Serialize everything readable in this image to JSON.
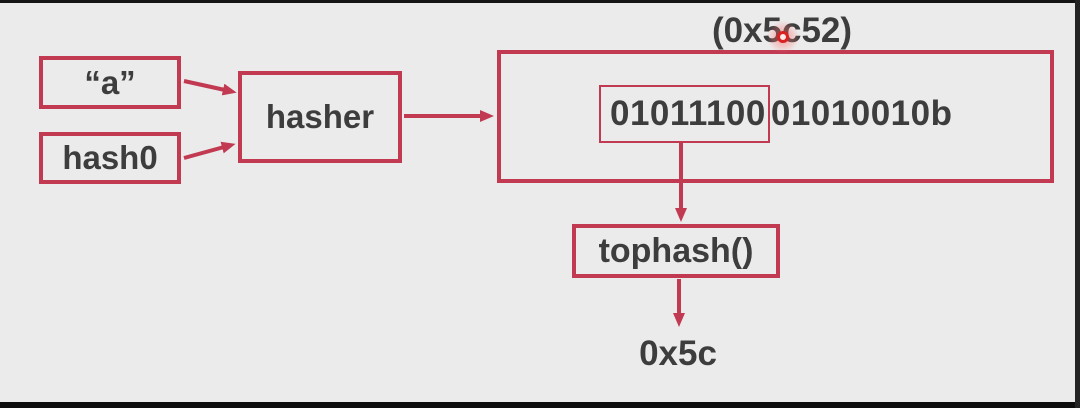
{
  "diagram": {
    "title": "(0x5c52)",
    "nodes": {
      "input_a_label": "“a”",
      "hash0_label": "hash0",
      "hasher_label": "hasher",
      "binary_boxed": "01011100",
      "binary_rest": "01010010b",
      "tophash_label": "tophash()",
      "result_label": "0x5c"
    },
    "icons": {
      "laser_pointer": "laser-pointer-dot"
    }
  },
  "colors": {
    "accent": "#c23a52",
    "text": "#3d3d3d",
    "background": "#ebebeb",
    "laser": "#d92121"
  }
}
